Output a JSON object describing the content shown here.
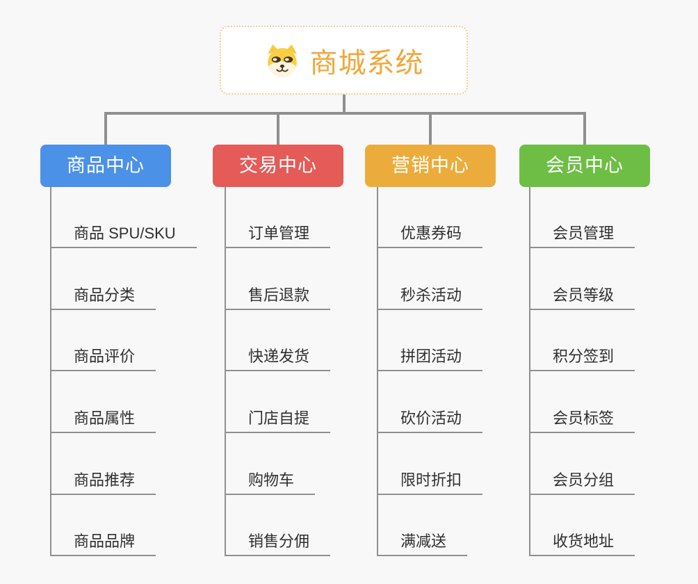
{
  "root": {
    "title": "商城系统",
    "icon": "shiba-dog-icon"
  },
  "branches": [
    {
      "label": "商品中心",
      "color": "#4B91E8",
      "items": [
        "商品 SPU/SKU",
        "商品分类",
        "商品评价",
        "商品属性",
        "商品推荐",
        "商品品牌"
      ]
    },
    {
      "label": "交易中心",
      "color": "#E45B58",
      "items": [
        "订单管理",
        "售后退款",
        "快递发货",
        "门店自提",
        "购物车",
        "销售分佣"
      ]
    },
    {
      "label": "营销中心",
      "color": "#ECAC3C",
      "items": [
        "优惠券码",
        "秒杀活动",
        "拼团活动",
        "砍价活动",
        "限时折扣",
        "满减送"
      ]
    },
    {
      "label": "会员中心",
      "color": "#6EBE45",
      "items": [
        "会员管理",
        "会员等级",
        "积分签到",
        "会员标签",
        "会员分组",
        "收货地址"
      ]
    }
  ],
  "colors": {
    "background": "#F8F8F8",
    "root_text": "#F0A73B",
    "root_border": "#F3CD96",
    "connector_line": "#8F8F8F",
    "leaf_text": "#2F2F2F",
    "node_text_on_color": "#FFFFFF"
  }
}
